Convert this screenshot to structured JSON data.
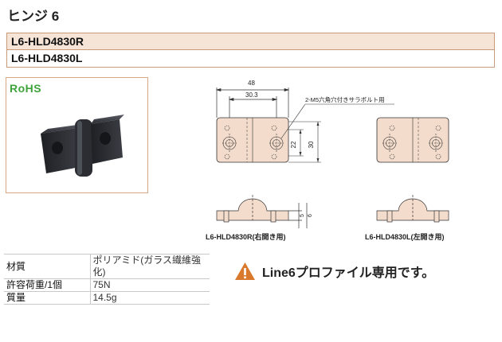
{
  "title": "ヒンジ 6",
  "models": [
    "L6-HLD4830R",
    "L6-HLD4830L"
  ],
  "rohs_label": "RoHS",
  "drawing": {
    "dim_width": "48",
    "dim_pitch": "30.3",
    "dim_height_inner": "22",
    "dim_height_outer": "30",
    "dim_side_5": "5",
    "dim_side_6": "6",
    "hole_note": "2-M5六角穴付きサラボルト用",
    "caption_r": "L6-HLD4830R(右開き用)",
    "caption_l": "L6-HLD4830L(左開き用)"
  },
  "specs": [
    {
      "label": "材質",
      "value": "ポリアミド(ガラス繊維強化)"
    },
    {
      "label": "許容荷重/1個",
      "value": "75N"
    },
    {
      "label": "質量",
      "value": "14.5g"
    }
  ],
  "note": "Line6プロファイル専用です。",
  "colors": {
    "part_fill": "#f3dccb",
    "accent_border": "#c89a7a",
    "warning": "#d8792e",
    "rohs": "#3fa33c"
  }
}
